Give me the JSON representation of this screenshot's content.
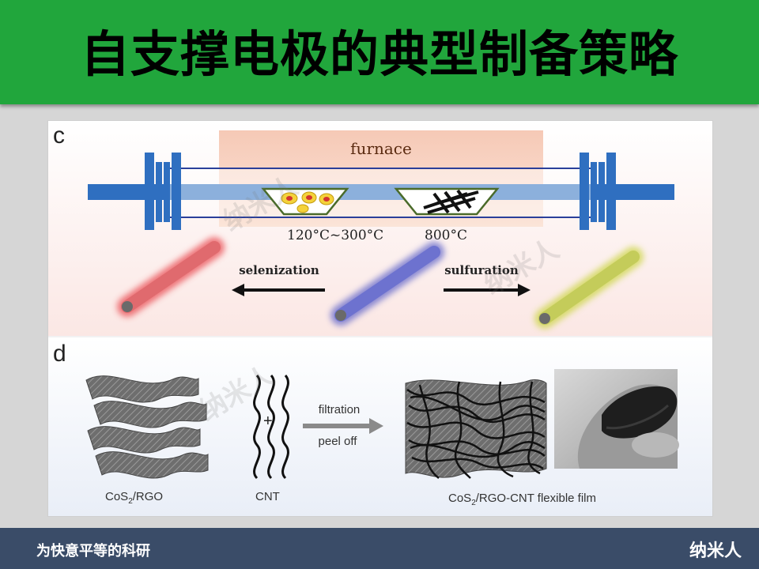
{
  "header": {
    "title": "自支撑电极的典型制备策略"
  },
  "figure": {
    "panel_c": {
      "label": "c",
      "furnace_label": "furnace",
      "temp_left": "120°C~300°C",
      "temp_right": "800°C",
      "arrow_left_label": "selenization",
      "arrow_right_label": "sulfuration",
      "tube_colors": {
        "left": "#e8434a",
        "center": "#5a5fc8",
        "right": "#c9d43e"
      }
    },
    "panel_d": {
      "label": "d",
      "plus": "+",
      "arrow_top_label": "filtration",
      "arrow_bottom_label": "peel off",
      "label_left_pre": "CoS",
      "label_left_sub": "2",
      "label_left_post": "/RGO",
      "label_cnt": "CNT",
      "label_film_pre": "CoS",
      "label_film_sub": "2",
      "label_film_post": "/RGO-CNT flexible film"
    },
    "watermark": "纳米人"
  },
  "footer": {
    "slogan": "为快意平等的科研",
    "brand": "纳米人"
  }
}
